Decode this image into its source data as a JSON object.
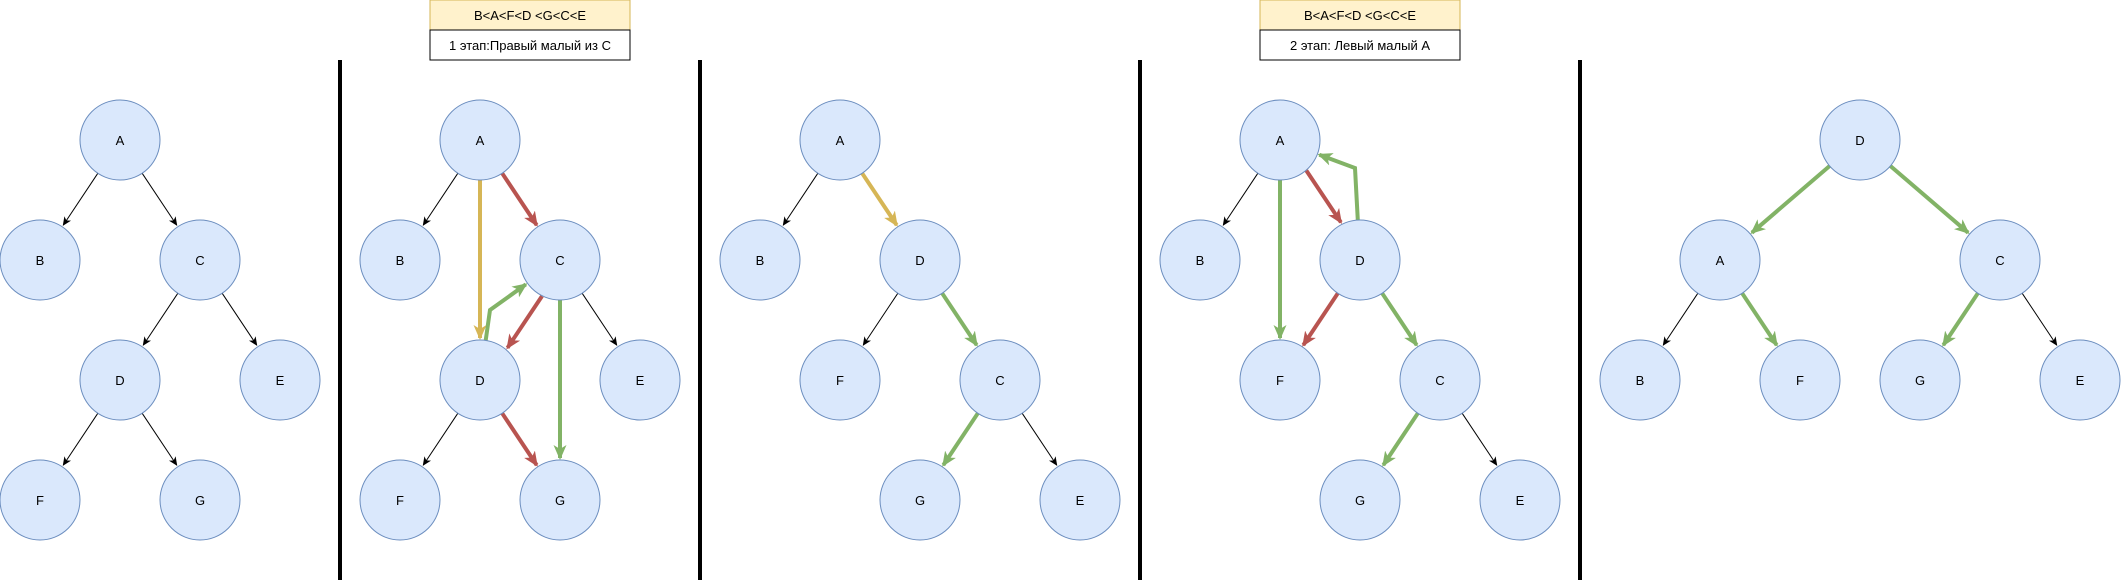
{
  "headers": [
    {
      "order": "B<A<F<D <G<C<E",
      "step": "1 этап:Правый малый из С"
    },
    {
      "order": "B<A<F<D <G<C<E",
      "step": "2 этап: Левый малый А"
    }
  ],
  "colors": {
    "node_fill": "#dae8fc",
    "node_stroke": "#6c8ebf",
    "header_fill": "#fff2cc",
    "header_stroke": "#d6b656",
    "edge_default": "#000000",
    "edge_red": "#b85450",
    "edge_green": "#82b366",
    "edge_yellow": "#d6b656",
    "divider": "#000000"
  },
  "panels": [
    {
      "id": "p1",
      "nodes": [
        "A",
        "B",
        "C",
        "D",
        "E",
        "F",
        "G"
      ],
      "edges": [
        {
          "from": "A",
          "to": "B",
          "color": "default"
        },
        {
          "from": "A",
          "to": "C",
          "color": "default"
        },
        {
          "from": "C",
          "to": "D",
          "color": "default"
        },
        {
          "from": "C",
          "to": "E",
          "color": "default"
        },
        {
          "from": "D",
          "to": "F",
          "color": "default"
        },
        {
          "from": "D",
          "to": "G",
          "color": "default"
        }
      ]
    },
    {
      "id": "p2",
      "nodes": [
        "A",
        "B",
        "C",
        "D",
        "E",
        "F",
        "G"
      ],
      "edges": [
        {
          "from": "A",
          "to": "B",
          "color": "default"
        },
        {
          "from": "A",
          "to": "C",
          "color": "red"
        },
        {
          "from": "A",
          "to": "D",
          "color": "yellow"
        },
        {
          "from": "C",
          "to": "D",
          "color": "red"
        },
        {
          "from": "C",
          "to": "E",
          "color": "default"
        },
        {
          "from": "C",
          "to": "G",
          "color": "green"
        },
        {
          "from": "D",
          "to": "C",
          "color": "green"
        },
        {
          "from": "D",
          "to": "F",
          "color": "default"
        },
        {
          "from": "D",
          "to": "G",
          "color": "red"
        }
      ]
    },
    {
      "id": "p3",
      "nodes": [
        "A",
        "B",
        "D",
        "F",
        "C",
        "G",
        "E"
      ],
      "edges": [
        {
          "from": "A",
          "to": "B",
          "color": "default"
        },
        {
          "from": "A",
          "to": "D",
          "color": "yellow"
        },
        {
          "from": "D",
          "to": "F",
          "color": "default"
        },
        {
          "from": "D",
          "to": "C",
          "color": "green"
        },
        {
          "from": "C",
          "to": "G",
          "color": "green"
        },
        {
          "from": "C",
          "to": "E",
          "color": "default"
        }
      ]
    },
    {
      "id": "p4",
      "nodes": [
        "A",
        "B",
        "D",
        "F",
        "C",
        "G",
        "E"
      ],
      "edges": [
        {
          "from": "A",
          "to": "B",
          "color": "default"
        },
        {
          "from": "A",
          "to": "D",
          "color": "red"
        },
        {
          "from": "A",
          "to": "F",
          "color": "green"
        },
        {
          "from": "D",
          "to": "A",
          "color": "green"
        },
        {
          "from": "D",
          "to": "F",
          "color": "red"
        },
        {
          "from": "D",
          "to": "C",
          "color": "green"
        },
        {
          "from": "C",
          "to": "G",
          "color": "green"
        },
        {
          "from": "C",
          "to": "E",
          "color": "default"
        }
      ]
    },
    {
      "id": "p5",
      "nodes": [
        "D",
        "A",
        "C",
        "B",
        "F",
        "G",
        "E"
      ],
      "edges": [
        {
          "from": "D",
          "to": "A",
          "color": "green"
        },
        {
          "from": "D",
          "to": "C",
          "color": "green"
        },
        {
          "from": "A",
          "to": "B",
          "color": "default"
        },
        {
          "from": "A",
          "to": "F",
          "color": "green"
        },
        {
          "from": "C",
          "to": "G",
          "color": "green"
        },
        {
          "from": "C",
          "to": "E",
          "color": "default"
        }
      ]
    }
  ]
}
